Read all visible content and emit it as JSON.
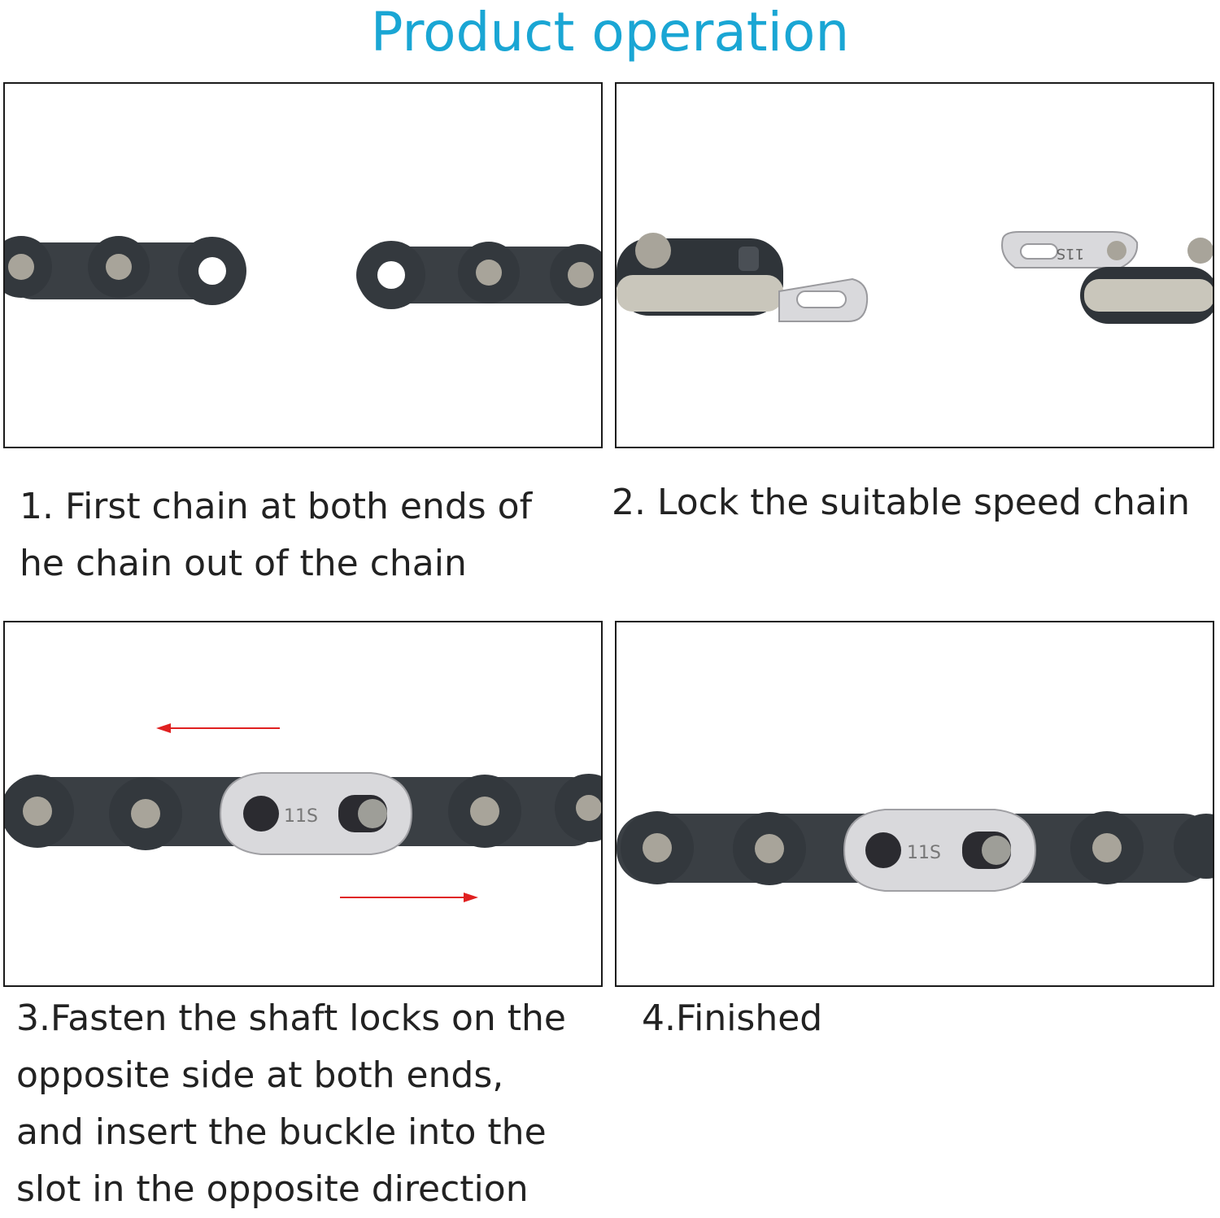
{
  "title": "Product operation",
  "steps": [
    {
      "lines": [
        "1. First chain at both ends of",
        "he chain out of the chain"
      ]
    },
    {
      "lines": [
        "2. Lock the suitable speed chain"
      ]
    },
    {
      "lines": [
        "3.Fasten the shaft locks on the",
        "opposite side at both ends,",
        "and insert the buckle into the",
        "slot in the opposite direction"
      ]
    },
    {
      "lines": [
        "4.Finished"
      ]
    }
  ],
  "link_marking": "11S",
  "colors": {
    "title": "#1aa6d4",
    "arrow": "#e02020",
    "chain": "#3a3f44",
    "pin": "#a8a49a",
    "quick_link": "#d9d9dc"
  }
}
